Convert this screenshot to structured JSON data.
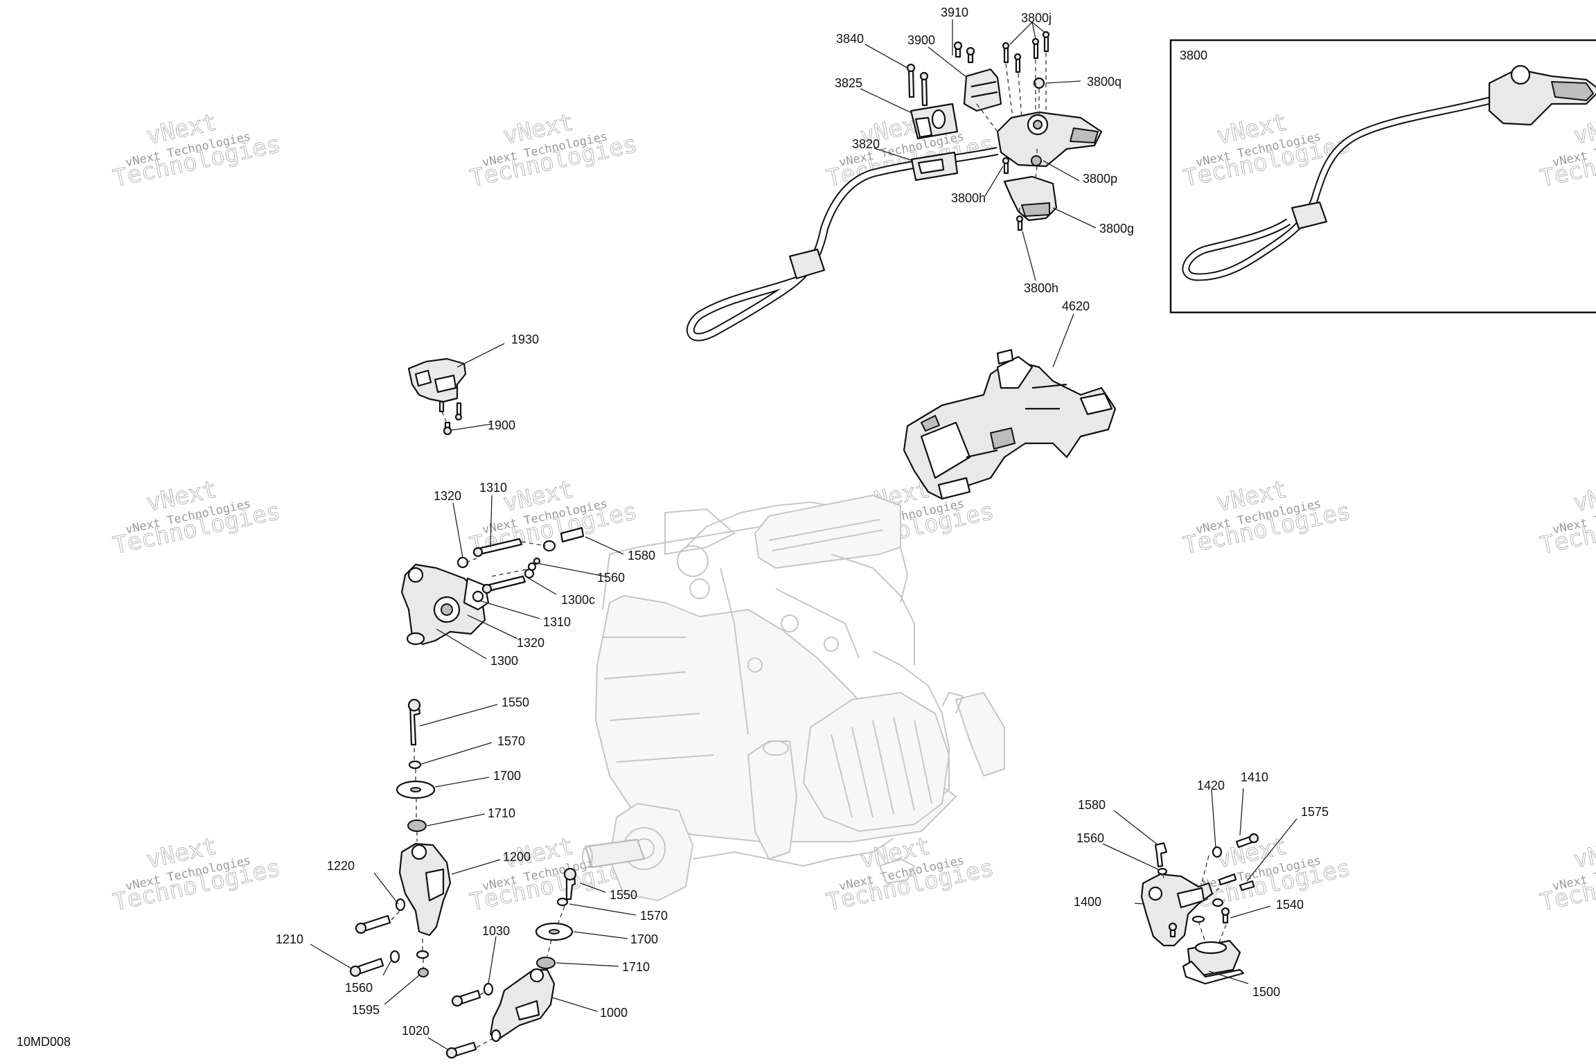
{
  "watermark": {
    "line1": "vNext",
    "line2": "vNext Technologies",
    "line3": "Technologies"
  },
  "diagram_code": "10MD008",
  "inset_label": "3800",
  "callouts": {
    "c3910": "3910",
    "c3800j": "3800j",
    "c3840": "3840",
    "c3900": "3900",
    "c3800q": "3800q",
    "c3825": "3825",
    "c3820": "3820",
    "c3800p": "3800p",
    "c3800h_a": "3800h",
    "c3800g": "3800g",
    "c3800h_b": "3800h",
    "c4620": "4620",
    "c1930": "1930",
    "c1900": "1900",
    "c1310_a": "1310",
    "c1320_a": "1320",
    "c1580_a": "1580",
    "c1560_a": "1560",
    "c1300c": "1300c",
    "c1310_b": "1310",
    "c1320_b": "1320",
    "c1300": "1300",
    "c1550_a": "1550",
    "c1570_a": "1570",
    "c1700_a": "1700",
    "c1710_a": "1710",
    "c1200": "1200",
    "c1220": "1220",
    "c1550_b": "1550",
    "c1570_b": "1570",
    "c1700_b": "1700",
    "c1710_b": "1710",
    "c1210": "1210",
    "c1030": "1030",
    "c1560_b": "1560",
    "c1595": "1595",
    "c1000": "1000",
    "c1020": "1020",
    "c1420": "1420",
    "c1410": "1410",
    "c1580_b": "1580",
    "c1575": "1575",
    "c1560_c": "1560",
    "c1400": "1400",
    "c1540": "1540",
    "c1500": "1500"
  }
}
